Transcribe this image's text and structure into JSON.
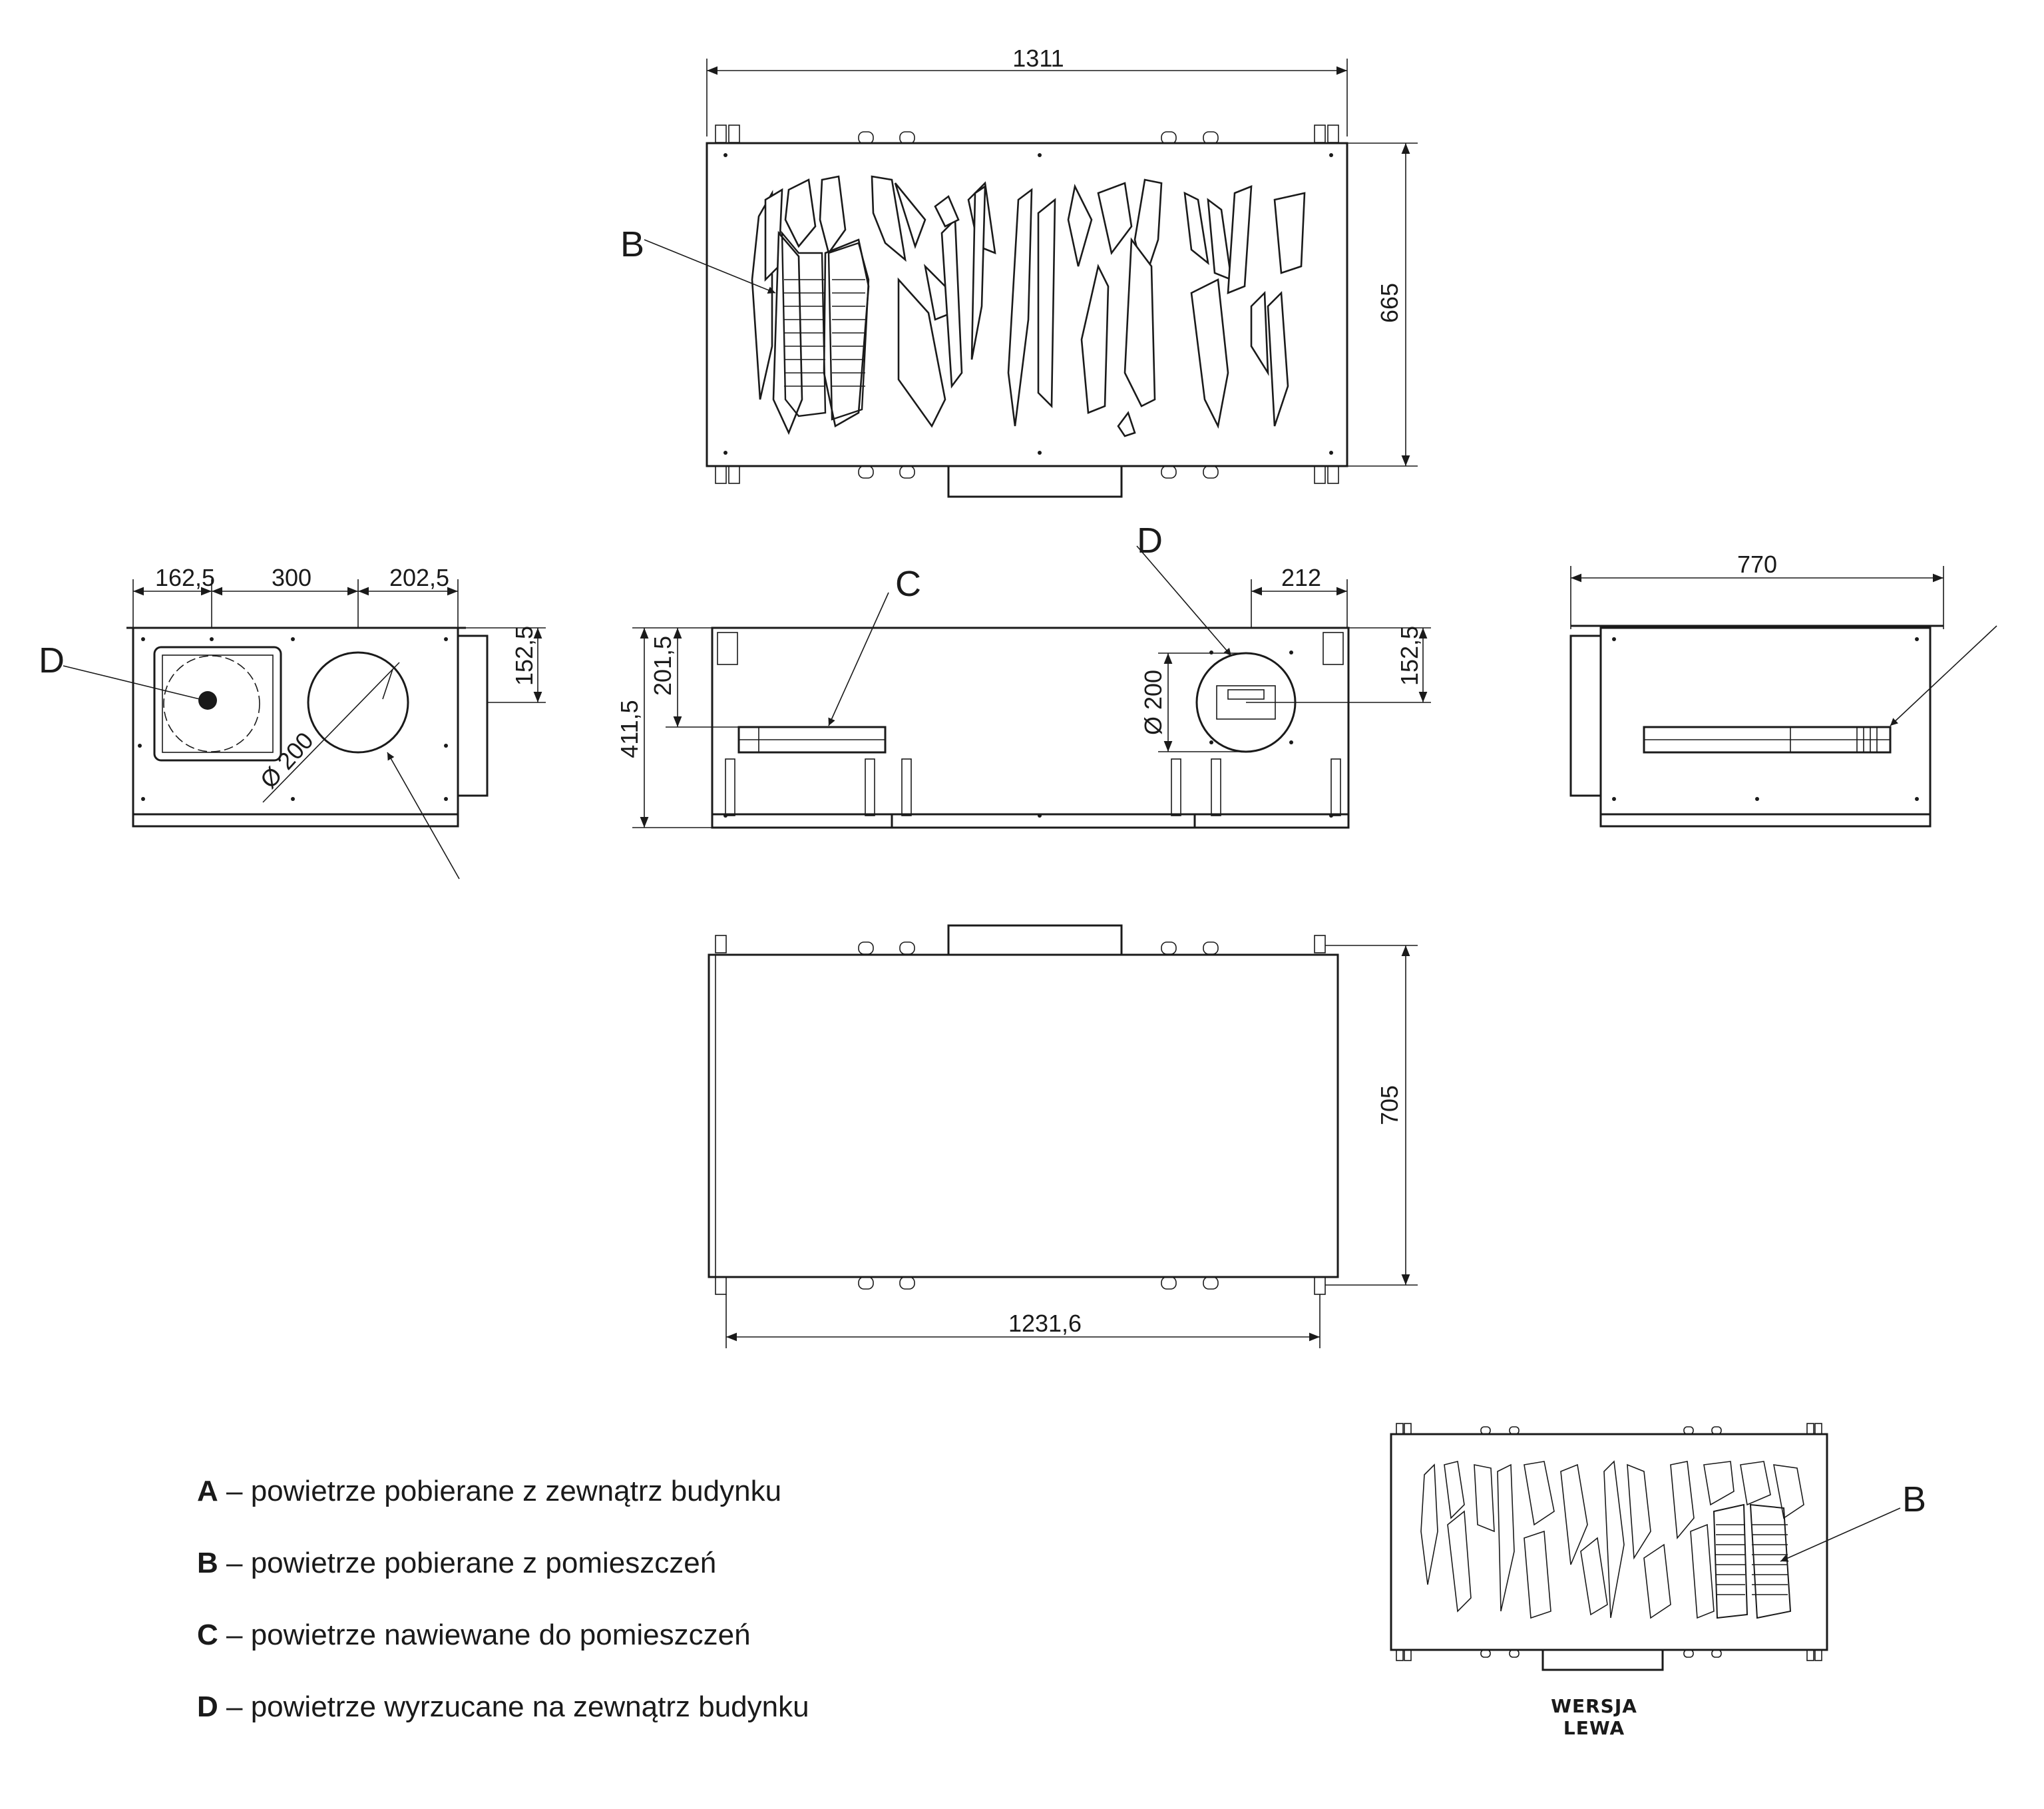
{
  "views": {
    "top": {
      "width_dim": "1311",
      "height_dim": "665",
      "label_b": "B"
    },
    "left_end": {
      "dim_a": "162,5",
      "dim_b": "300",
      "dim_c": "202,5",
      "dim_d": "152,5",
      "diameter": "Ø 200",
      "label_d": "D"
    },
    "front": {
      "label_c": "C",
      "label_d": "D",
      "dim_total_h": "411,5",
      "dim_c_h": "201,5",
      "dim_212": "212",
      "dim_152": "152,5",
      "diameter": "Ø 200"
    },
    "right_end": {
      "width_dim": "770"
    },
    "bottom": {
      "width_dim": "1231,6",
      "height_dim": "705"
    },
    "left_version": {
      "label_b": "B",
      "caption": "WERSJA LEWA"
    }
  },
  "legend": [
    {
      "key": "A",
      "text": " – powietrze pobierane z zewnątrz budynku"
    },
    {
      "key": "B",
      "text": " – powietrze pobierane z pomieszczeń"
    },
    {
      "key": "C",
      "text": " – powietrze nawiewane do pomieszczeń"
    },
    {
      "key": "D",
      "text": " – powietrze wyrzucane na zewnątrz budynku"
    }
  ]
}
